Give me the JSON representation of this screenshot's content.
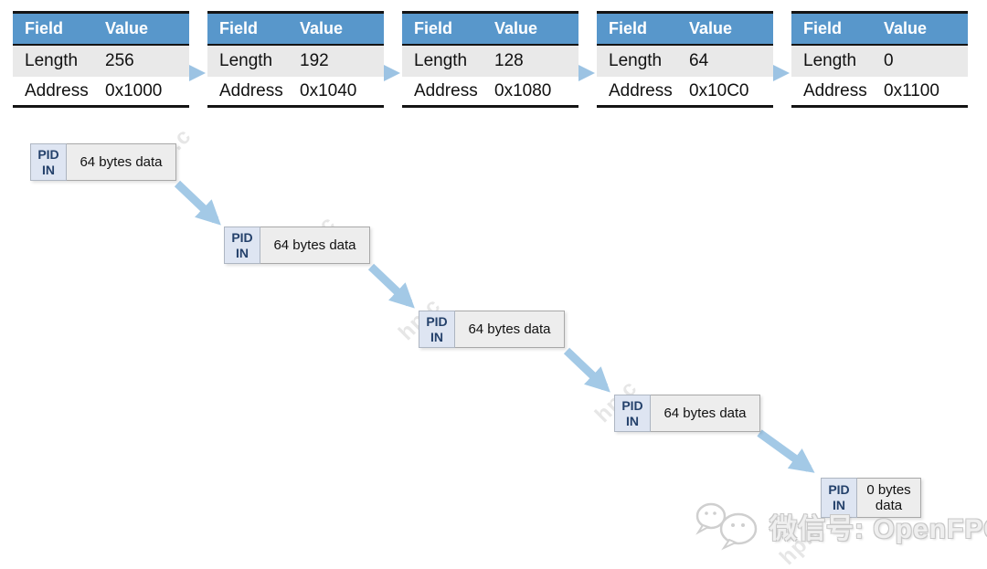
{
  "labels": {
    "field": "Field",
    "value": "Value",
    "length": "Length",
    "address": "Address"
  },
  "tables": [
    {
      "length": "256",
      "address": "0x1000"
    },
    {
      "length": "192",
      "address": "0x1040"
    },
    {
      "length": "128",
      "address": "0x1080"
    },
    {
      "length": "64",
      "address": "0x10C0"
    },
    {
      "length": "0",
      "address": "0x1100"
    }
  ],
  "packets": [
    {
      "pid": "PID",
      "token": "IN",
      "data": "64 bytes data"
    },
    {
      "pid": "PID",
      "token": "IN",
      "data": "64 bytes data"
    },
    {
      "pid": "PID",
      "token": "IN",
      "data": "64 bytes data"
    },
    {
      "pid": "PID",
      "token": "IN",
      "data": "64 bytes data"
    },
    {
      "pid": "PID",
      "token": "IN",
      "data": "0 bytes data"
    }
  ],
  "ghost_watermark": "hp.c",
  "watermark": {
    "icon": "wechat-icon",
    "text": "微信号: OpenFPGA"
  },
  "colors": {
    "header_blue": "#5897CB",
    "row_gray": "#E9E9E9",
    "pid_fill": "#DEE5F2",
    "pid_text": "#24416B",
    "data_fill": "#EDEDED",
    "arrow_blue": "#A3C9E6",
    "border_black": "#141414"
  }
}
